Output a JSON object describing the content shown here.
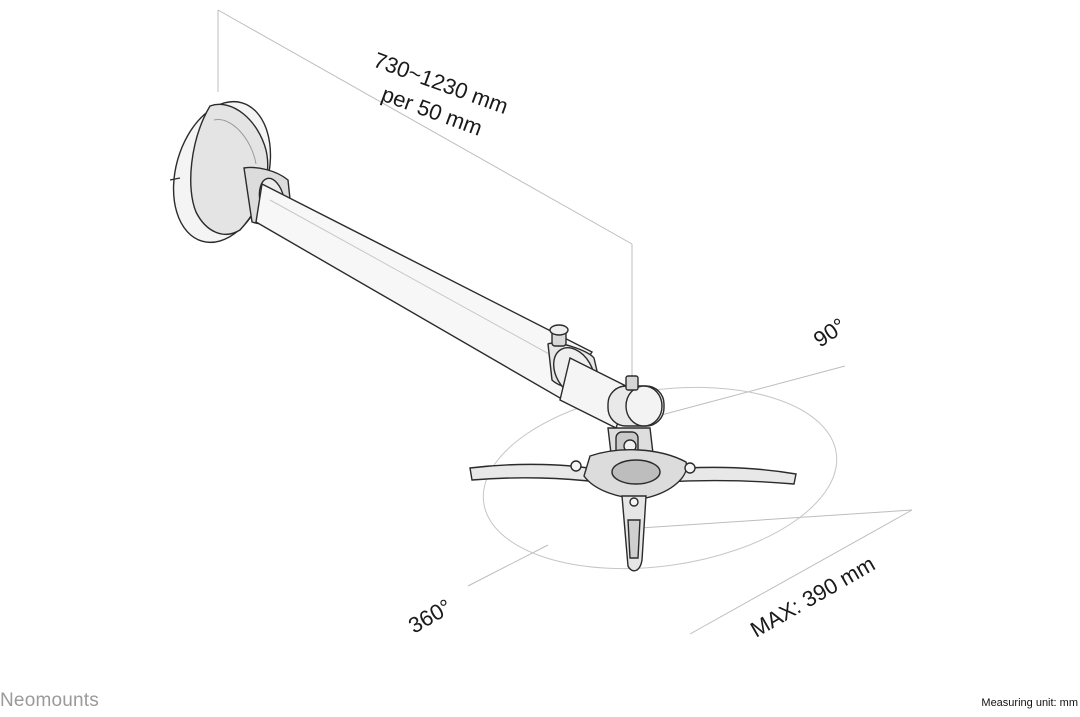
{
  "diagram": {
    "length_range": "730~1230 mm",
    "length_step": "per 50 mm",
    "tilt_angle": "90°",
    "rotation_angle": "360°",
    "max_span": "MAX: 390 mm"
  },
  "footer": {
    "brand": "Neomounts",
    "measuring_unit": "Measuring unit: mm"
  },
  "colors": {
    "line": "#2b2b2b",
    "guide": "#b8b8b8",
    "fill_light": "#f3f3f3",
    "fill_mid": "#e2e2e2",
    "fill_dark": "#cfcfcf"
  }
}
